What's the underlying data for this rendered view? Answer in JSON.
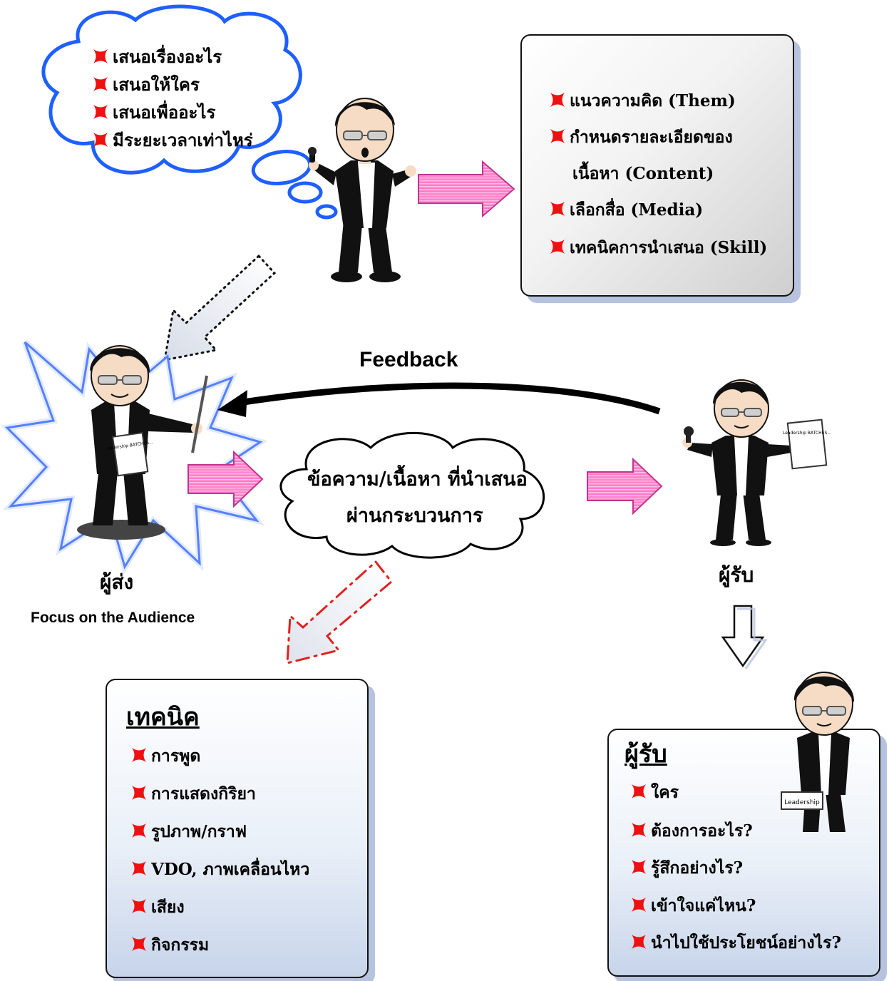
{
  "thought_cloud": {
    "items": [
      "เสนอเรื่องอะไร",
      "เสนอให้ใคร",
      "เสนอเพื่ออะไร",
      "มีระยะเวลาเท่าไหร่"
    ]
  },
  "planning_box": {
    "items": [
      {
        "lines": [
          "แนวความคิด (Them)"
        ]
      },
      {
        "lines": [
          "กำหนดรายละเอียดของ",
          "เนื้อหา (Content)"
        ]
      },
      {
        "lines": [
          "เลือกสื่อ (Media)"
        ]
      },
      {
        "lines": [
          "เทคนิคการนำเสนอ (Skill)"
        ]
      }
    ]
  },
  "feedback_label": "Feedback",
  "message_cloud": {
    "line1": "ข้อความ/เนื้อหา ที่นำเสนอ",
    "line2": "ผ่านกระบวนการ"
  },
  "sender": {
    "label": "ผู้ส่ง",
    "sublabel": "Focus on the Audience",
    "doc_text": "Leadership BATCHES..."
  },
  "receiver": {
    "label": "ผู้รับ",
    "doc_text": "Leadership BATCHES..."
  },
  "technique_box": {
    "heading": "เทคนิค",
    "items": [
      "การพูด",
      "การแสดงกิริยา",
      "รูปภาพ/กราฟ",
      "VDO, ภาพเคลื่อนไหว",
      "เสียง",
      "กิจกรรม"
    ]
  },
  "receiver_box": {
    "heading": "ผู้รับ",
    "items": [
      "ใคร",
      "ต้องการอะไร?",
      "รู้สึกอย่างไร?",
      "เข้าใจแค่ไหน?",
      "นำไปใช้ประโยชน์อย่างไร?"
    ],
    "doc_text": "Leadership"
  },
  "colors": {
    "bullet": "#ee1111",
    "pink_arrow": "#ff8fd0",
    "cloud_border": "#1e5fff",
    "burst_border": "#2a5cff",
    "box_shadow": "#b7c3de",
    "dashed_red": "#e02020"
  }
}
